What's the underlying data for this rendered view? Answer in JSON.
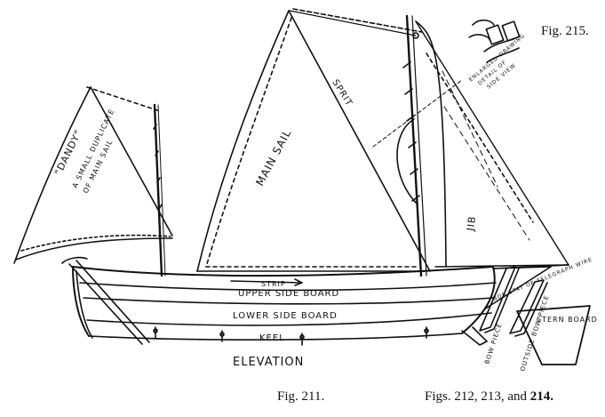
{
  "labels": {
    "main_sail": "MAIN SAIL",
    "sprit": "SPRIT",
    "jib": "JIB",
    "dandy": "\"DANDY\"",
    "dandy_note_1": "A SMALL DUPLICATE",
    "dandy_note_2": "OF MAIN SAIL",
    "strip": "STRIP",
    "upper_side_board": "UPPER SIDE BOARD",
    "lower_side_board": "LOWER SIDE BOARD",
    "keel": "KEEL",
    "elevation": "ELEVATION",
    "stern_board": "STERN BOARD",
    "bow_piece": "BOW PIECE",
    "bow_piece_outside": "OUTSIDE BOW PIECE",
    "bob_stay": "BOB STAY OF TELEGRAPH WIRE",
    "enlarged_detail_1": "ENLARGED DRAWING",
    "enlarged_detail_2": "DETAIL OF",
    "enlarged_detail_3": "SIDE VIEW"
  },
  "captions": {
    "fig215": "Fig. 215.",
    "fig211": "Fig. 211.",
    "figs212_prefix": "Figs. 212, 213, and ",
    "figs212_bold": "214."
  }
}
